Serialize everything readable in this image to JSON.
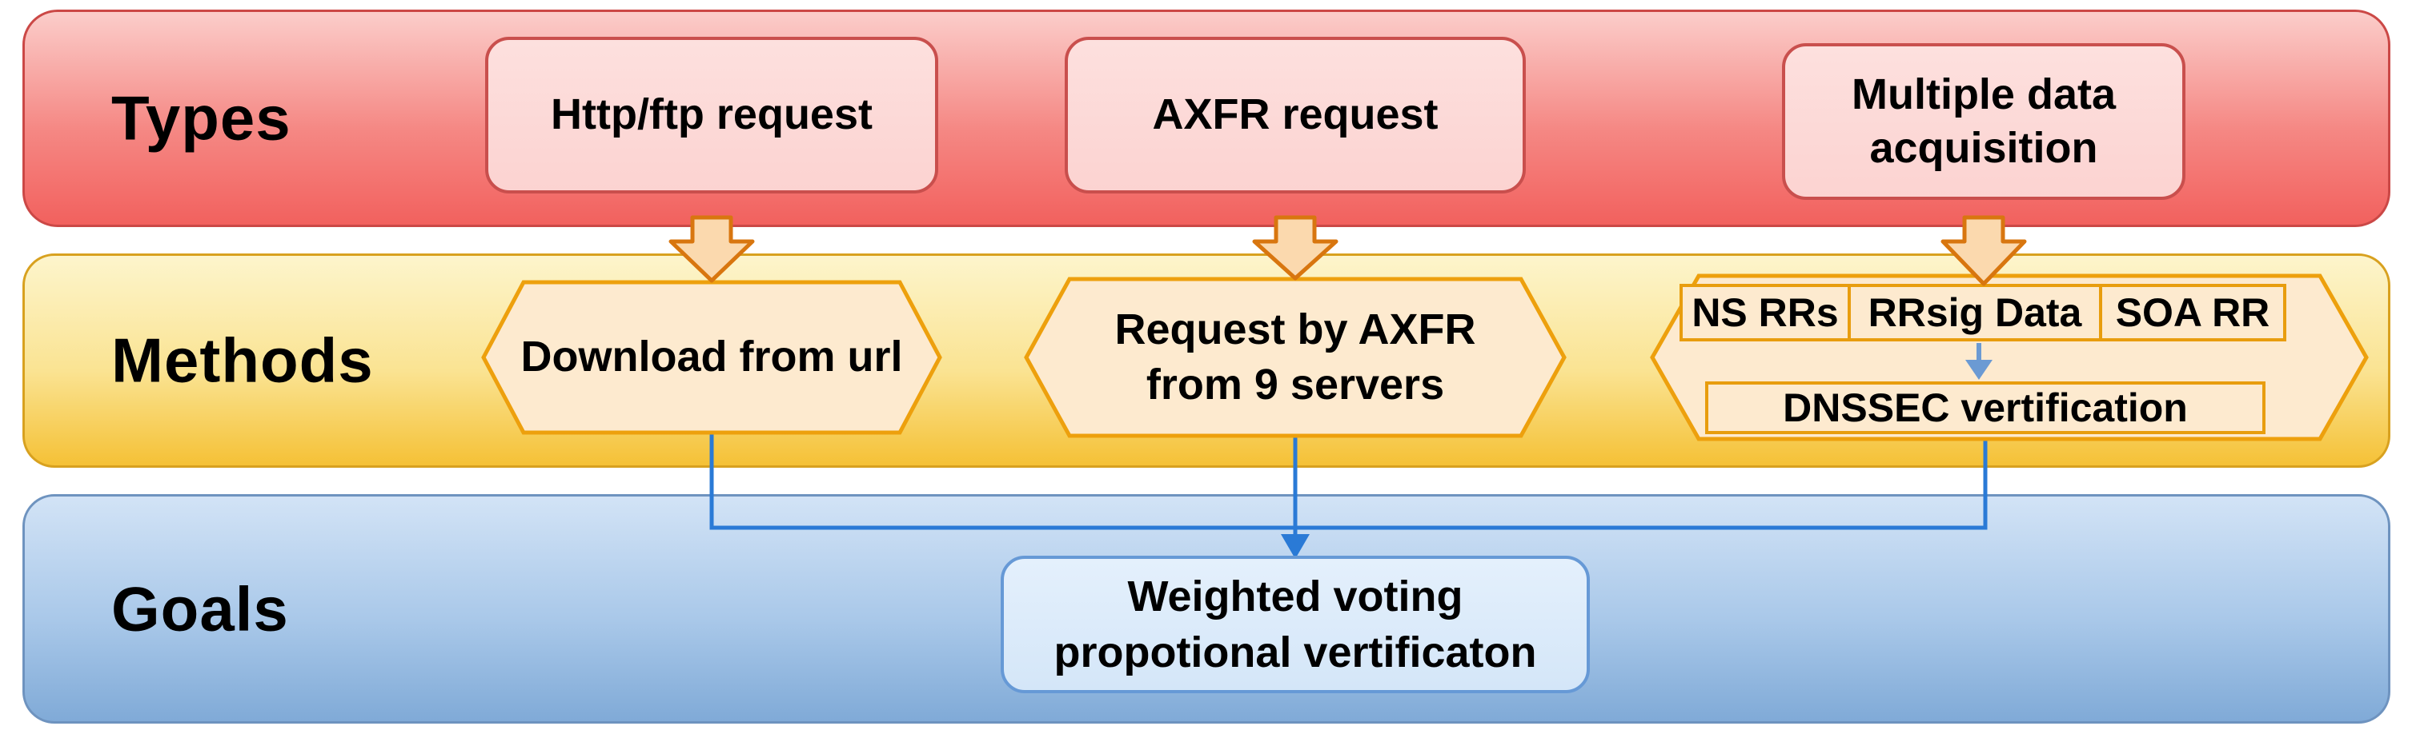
{
  "bands": {
    "types": {
      "label": "Types",
      "boxes": [
        {
          "lines": [
            "Http/ftp request"
          ]
        },
        {
          "lines": [
            "AXFR request"
          ]
        },
        {
          "lines": [
            "Multiple data",
            "acquisition"
          ]
        }
      ]
    },
    "methods": {
      "label": "Methods",
      "hex_download": {
        "lines": [
          "Download from url"
        ]
      },
      "hex_axfr": {
        "lines": [
          "Request by AXFR",
          "from 9 servers"
        ]
      },
      "dns_group": {
        "cells": [
          "NS RRs",
          "RRsig Data",
          "SOA RR"
        ],
        "verify_label": "DNSSEC vertification"
      }
    },
    "goals": {
      "label": "Goals",
      "box": {
        "lines": [
          "Weighted voting",
          "propotional vertificaton"
        ]
      }
    }
  },
  "colors": {
    "types_band_top": "#fbcdca",
    "types_band_bottom": "#f2615e",
    "types_band_border": "#cb4846",
    "type_box_fill": "#fcd3d1",
    "type_box_border": "#c94f4d",
    "methods_band_top": "#fdf5cc",
    "methods_band_bottom": "#f5c136",
    "methods_band_border": "#d8a11f",
    "hexagon_fill": "#fdeacf",
    "hexagon_border": "#eda00d",
    "block_arrow_fill": "#fbd9ae",
    "block_arrow_border": "#d8760f",
    "goals_band_top": "#d2e3f6",
    "goals_band_bottom": "#80aad7",
    "goals_band_border": "#6e93bf",
    "goal_box_fill": "#dcebfb",
    "goal_box_border": "#6699d6",
    "connector_blue": "#2a7ad6",
    "small_arrow_blue": "#6b9ad3",
    "text": "#000000"
  }
}
